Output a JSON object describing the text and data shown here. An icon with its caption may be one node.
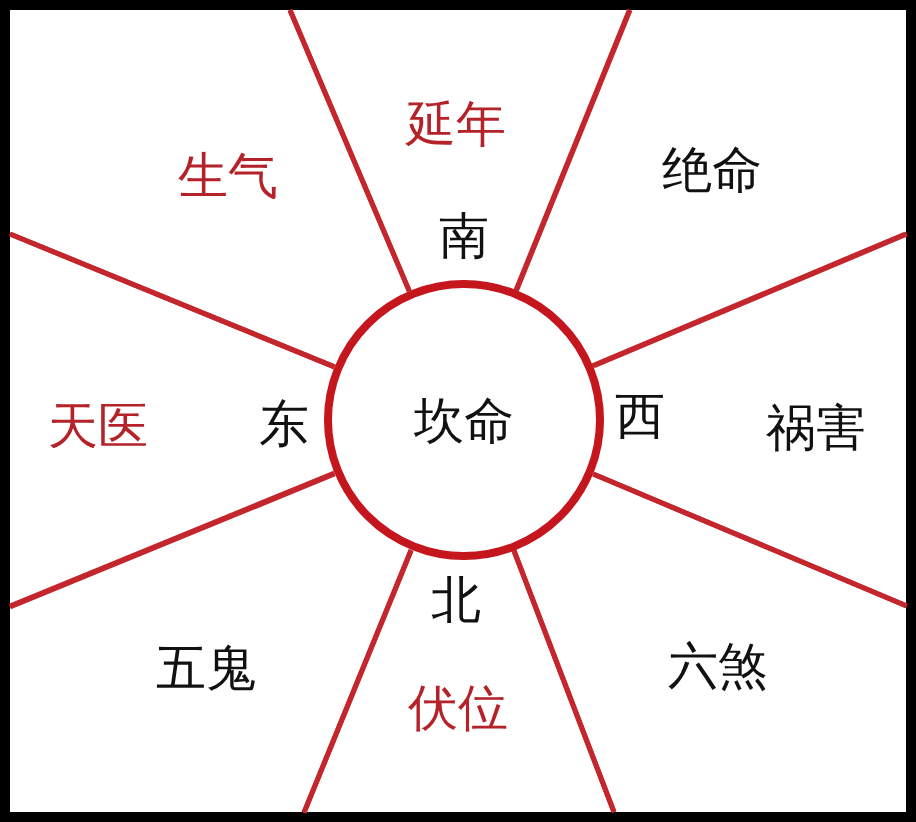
{
  "diagram": {
    "nodes": [
      {
        "text": [
          "生气"
        ]
      },
      {
        "text": [
          "延年",
          "南"
        ]
      },
      {
        "text": [
          "绝命"
        ]
      },
      {
        "text": [
          "天医",
          "东"
        ]
      },
      {
        "text": [
          "坎命"
        ]
      },
      {
        "text": [
          "西",
          "祸害"
        ]
      },
      {
        "text": [
          "五鬼"
        ]
      },
      {
        "text": [
          "北",
          "伏位"
        ]
      },
      {
        "text": [
          "六煞"
        ]
      }
    ]
  }
}
